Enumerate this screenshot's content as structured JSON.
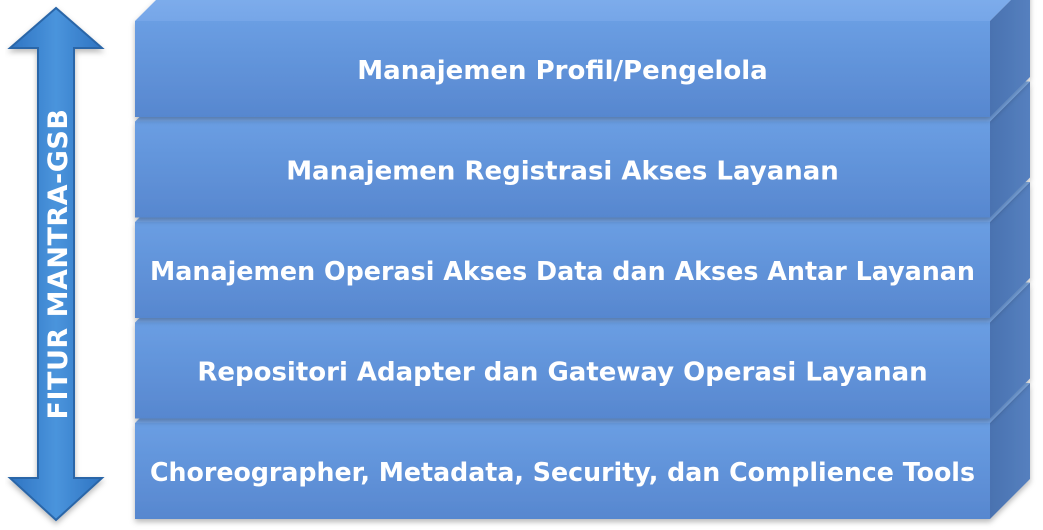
{
  "arrow": {
    "label": "FITUR  MANTRA-GSB"
  },
  "layers": [
    {
      "label": "Manajemen Profil/Pengelola"
    },
    {
      "label": "Manajemen Registrasi Akses Layanan"
    },
    {
      "label": "Manajemen Operasi Akses Data dan Akses Antar Layanan"
    },
    {
      "label": "Repositori Adapter dan Gateway Operasi Layanan"
    },
    {
      "label": "Choreographer, Metadata, Security, dan Complience Tools"
    }
  ],
  "colors": {
    "face": "#5f93dc",
    "top": "#7aaaea",
    "side": "#4d76b3",
    "arrow_fill": "#3a83cf",
    "arrow_stroke": "#2a66a8",
    "text": "#ffffff"
  }
}
